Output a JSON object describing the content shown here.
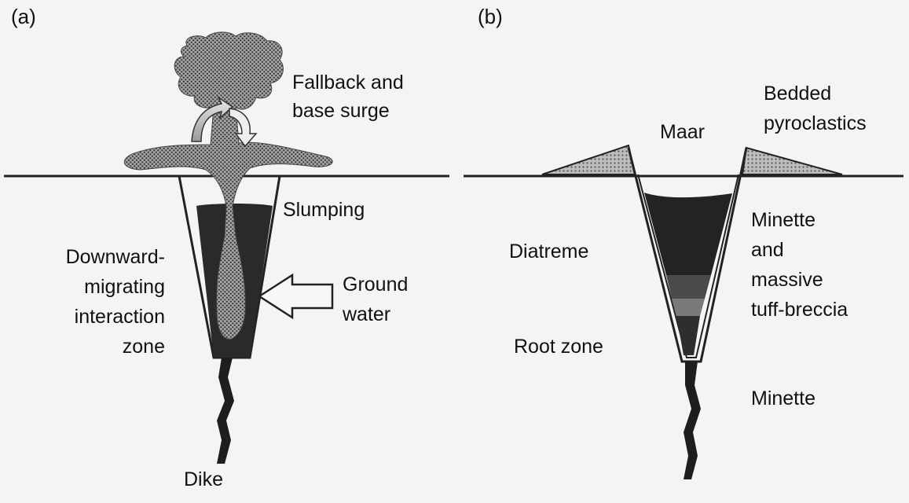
{
  "panel_a": {
    "tag": "(a)",
    "labels": {
      "fallback_line1": "Fallback and",
      "fallback_line2": "base surge",
      "slumping": "Slumping",
      "downward_line1": "Downward-",
      "downward_line2": "migrating",
      "downward_line3": "interaction",
      "downward_line4": "zone",
      "ground_water_line1": "Ground",
      "ground_water_line2": "water",
      "dike": "Dike"
    }
  },
  "panel_b": {
    "tag": "(b)",
    "labels": {
      "bedded_line1": "Bedded",
      "bedded_line2": "pyroclastics",
      "maar": "Maar",
      "diatreme": "Diatreme",
      "minette_tuff_line1": "Minette",
      "minette_tuff_line2": "and",
      "minette_tuff_line3": "massive",
      "minette_tuff_line4": "tuff-breccia",
      "root_zone": "Root zone",
      "minette": "Minette"
    }
  },
  "colors": {
    "background": "#f4f4f2",
    "ink": "#111111",
    "dark_fill": "#2a2a2a",
    "stipple_fill": "#8a8a8a",
    "ghost_text": "#c9c9c6"
  }
}
